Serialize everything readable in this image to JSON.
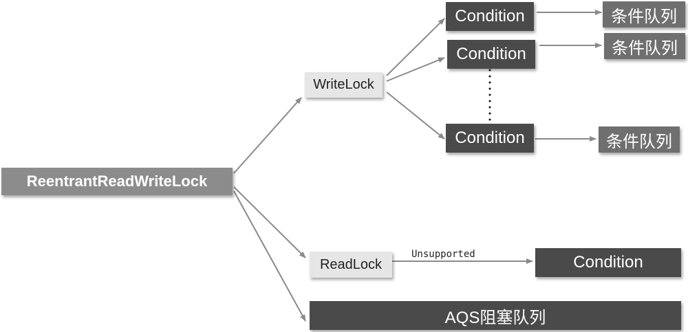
{
  "root": {
    "label": "ReentrantReadWriteLock"
  },
  "write_lock": {
    "label": "WriteLock"
  },
  "read_lock": {
    "label": "ReadLock"
  },
  "conditions": [
    {
      "label": "Condition",
      "queue": "条件队列"
    },
    {
      "label": "Condition",
      "queue": "条件队列"
    },
    {
      "label": "Condition",
      "queue": "条件队列"
    }
  ],
  "read_condition": {
    "label": "Condition",
    "edge_label": "Unsupported"
  },
  "aqs_queue": {
    "label": "AQS阻塞队列"
  },
  "colors": {
    "root": "#8c8c8c",
    "dark_node": "#4a4a4a",
    "queue_node": "#6f6f6f",
    "light_node": "#e6e6e6",
    "edge": "#8a8a8a"
  }
}
